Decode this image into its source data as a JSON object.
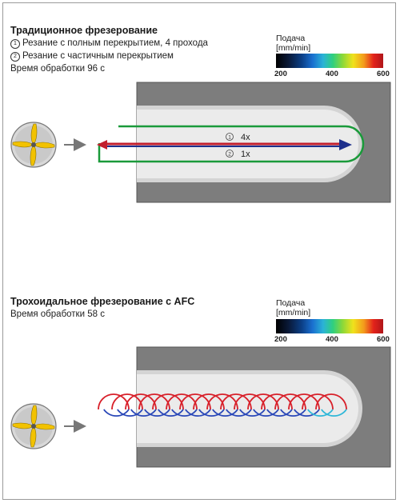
{
  "panel1": {
    "title": "Традиционное фрезерование",
    "line1_marker": "1",
    "line1": "Резание с полным перекрытием, 4 прохода",
    "line2_marker": "2",
    "line2": "Резание с частичным перекрытием",
    "time": "Время обработки 96 с",
    "legend": {
      "title": "Подача",
      "unit": "[mm/min]",
      "ticks": [
        "200",
        "400",
        "600"
      ]
    },
    "path1_marker": "1",
    "path1_label": "4x",
    "path2_marker": "2",
    "path2_label": "1x"
  },
  "panel2": {
    "title": "Трохоидальное фрезерование с AFC",
    "time": "Время обработки 58 с",
    "legend": {
      "title": "Подача",
      "unit": "[mm/min]",
      "ticks": [
        "200",
        "400",
        "600"
      ]
    }
  },
  "colors": {
    "workpiece": "#7d7d7d",
    "slot": "#e9e9e9",
    "tool_flute": "#f2c200",
    "path_full": "#1d2f8c",
    "path_partial": "#1a9a3a",
    "path_fast": "#d8202a",
    "path_slow": "#2a48b8"
  }
}
